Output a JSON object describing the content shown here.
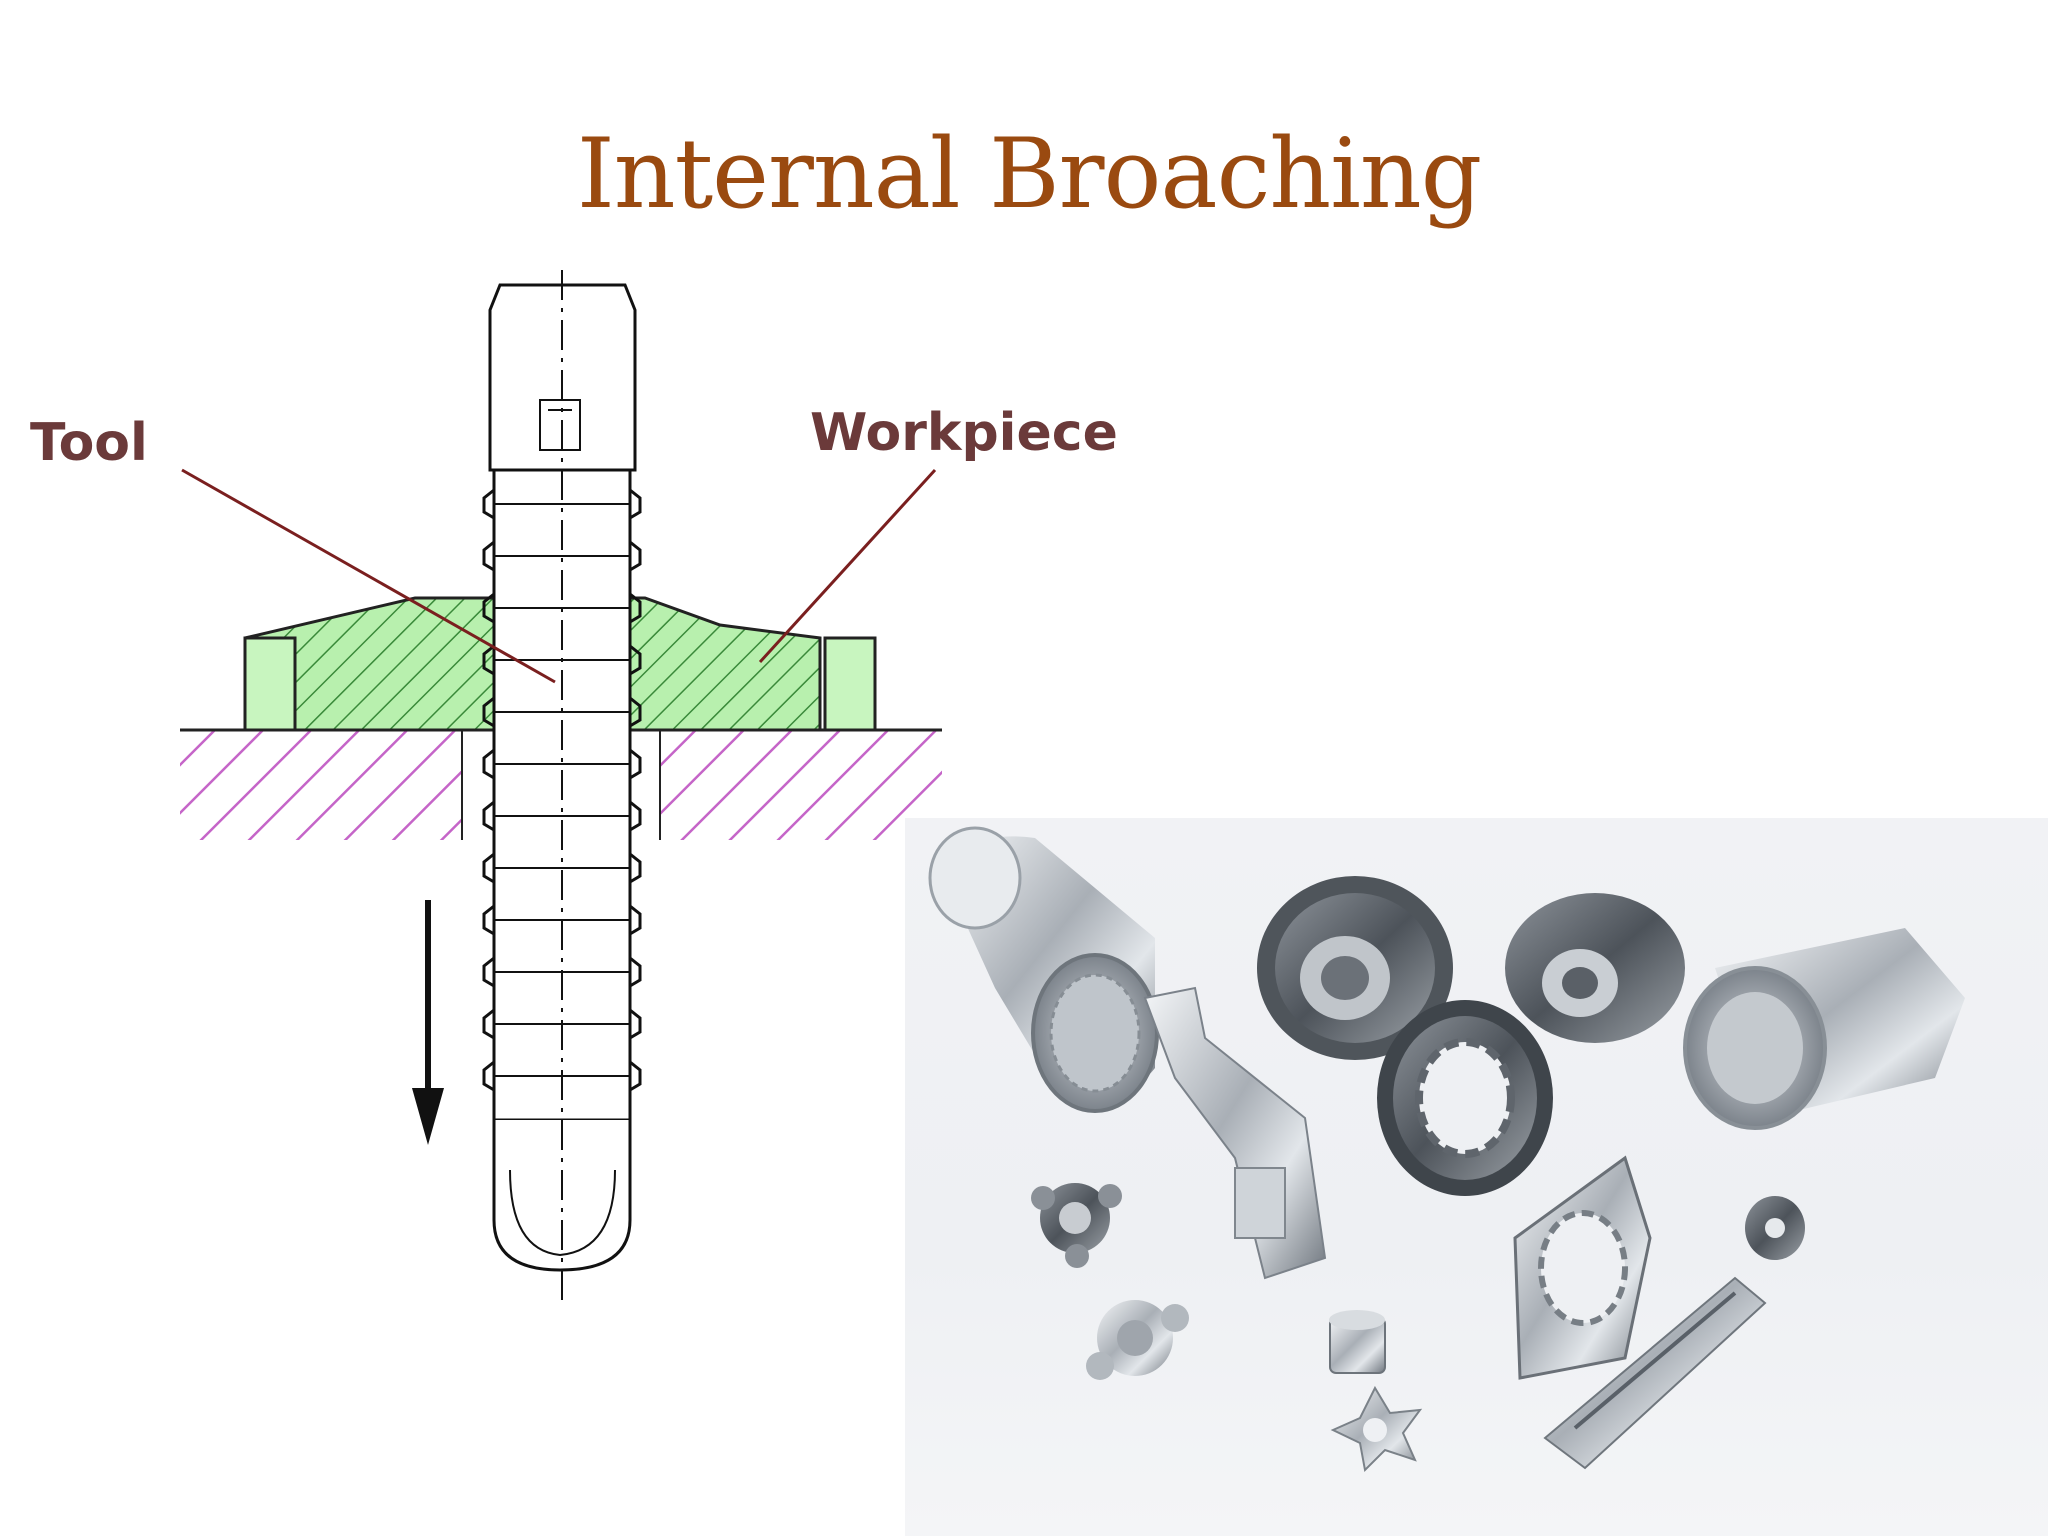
{
  "slide": {
    "title": "Internal Broaching"
  },
  "diagram": {
    "labels": {
      "tool": "Tool",
      "workpiece": "Workpiece"
    },
    "legend_icons": {
      "feed_direction": "down-arrow-icon"
    }
  },
  "photo": {
    "icon": "broached-parts-photo"
  },
  "colors": {
    "title": "#9a4a10",
    "workpiece_fill": "#b8f0ae",
    "fixture_hatch": "#c565c8",
    "label_text": "#6b3a3a",
    "leader_line": "#7a1f1f"
  }
}
